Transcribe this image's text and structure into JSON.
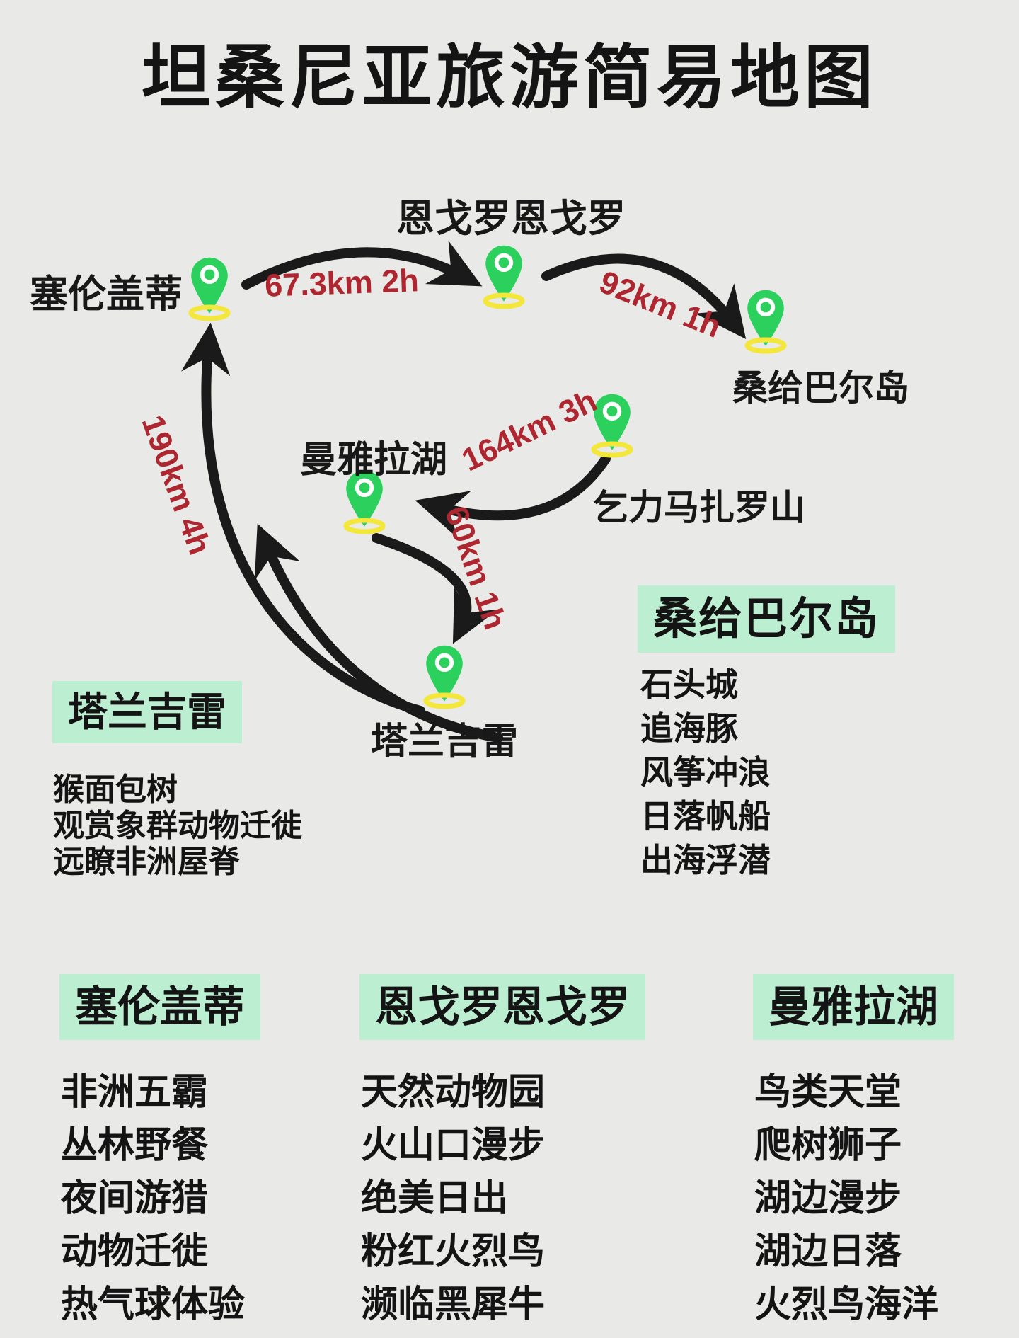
{
  "title": "坦桑尼亚旅游简易地图",
  "colors": {
    "background": "#e9e9e7",
    "text": "#141414",
    "route_label": "#ae2630",
    "header_highlight": "#bceed2",
    "pin_green": "#2bd15c",
    "pin_ring_yellow": "#f4e73b",
    "arrow_black": "#1a1a1a"
  },
  "map": {
    "serengeti": {
      "label": "塞伦盖蒂"
    },
    "ngorongoro": {
      "label": "恩戈罗恩戈罗"
    },
    "zanzibar": {
      "label": "桑给巴尔岛"
    },
    "kilimanjaro": {
      "label": "乞力马扎罗山"
    },
    "manyara": {
      "label": "曼雅拉湖"
    },
    "tarangire": {
      "label": "塔兰吉雷"
    }
  },
  "routes": {
    "serengeti_ngorongoro": {
      "from": "塞伦盖蒂",
      "to": "恩戈罗恩戈罗",
      "label": "67.3km 2h"
    },
    "ngorongoro_zanzibar": {
      "from": "恩戈罗恩戈罗",
      "to": "桑给巴尔岛",
      "label": "92km 1h"
    },
    "kilimanjaro_manyara": {
      "from": "乞力马扎罗山",
      "to": "曼雅拉湖",
      "label": "164km 3h"
    },
    "manyara_tarangire": {
      "from": "曼雅拉湖",
      "to": "塔兰吉雷",
      "label": "60km 1h"
    },
    "tarangire_serengeti": {
      "from": "塔兰吉雷",
      "to": "塞伦盖蒂",
      "label": "190km 4h"
    }
  },
  "sections": [
    {
      "title": "塔兰吉雷",
      "items": [
        "猴面包树",
        "观赏象群动物迁徙",
        "远瞭非洲屋脊"
      ]
    },
    {
      "title": "桑给巴尔岛",
      "items": [
        "石头城",
        "追海豚",
        "风筝冲浪",
        "日落帆船",
        "出海浮潜"
      ]
    },
    {
      "title": "塞伦盖蒂",
      "items": [
        "非洲五霸",
        "丛林野餐",
        "夜间游猎",
        "动物迁徙",
        "热气球体验"
      ]
    },
    {
      "title": "恩戈罗恩戈罗",
      "items": [
        "天然动物园",
        "火山口漫步",
        "绝美日出",
        "粉红火烈鸟",
        "濒临黑犀牛"
      ]
    },
    {
      "title": "曼雅拉湖",
      "items": [
        "鸟类天堂",
        "爬树狮子",
        "湖边漫步",
        "湖边日落",
        "火烈鸟海洋"
      ]
    }
  ]
}
